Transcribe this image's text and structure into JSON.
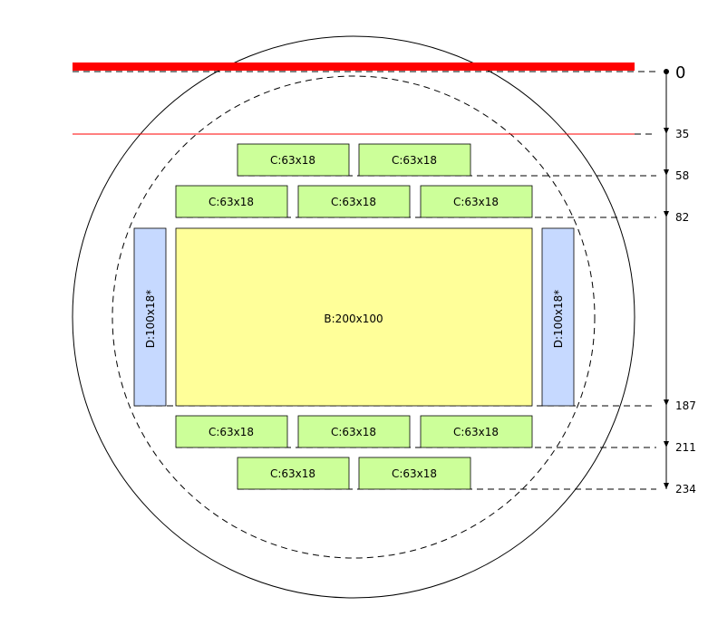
{
  "labels": {
    "board": "B:200x100",
    "chair_c": "C:63x18",
    "chair_d": "D:100x18*"
  },
  "dimensions": [
    "0",
    "35",
    "58",
    "82",
    "187",
    "211",
    "234"
  ],
  "colors": {
    "board_fill": "#ffff99",
    "chair_c_fill": "#ccff99",
    "chair_d_fill": "#c6d9ff",
    "red_line": "#ff0000",
    "outline": "#000000"
  }
}
